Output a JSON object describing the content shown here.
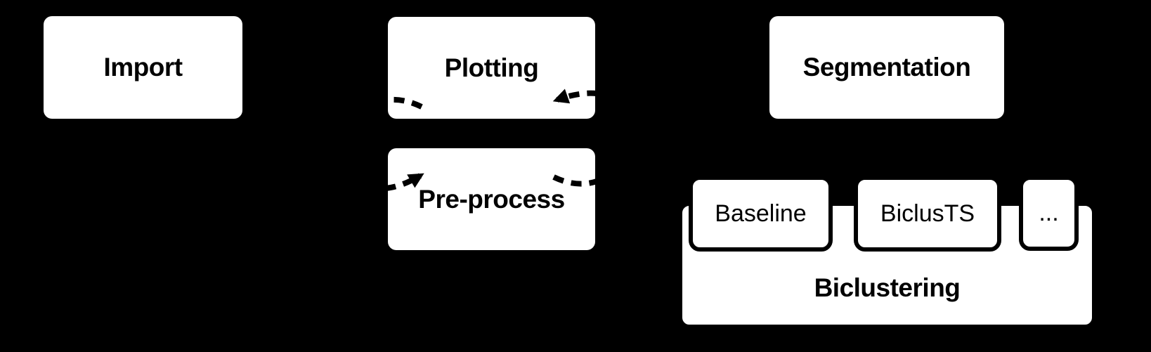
{
  "canvas": {
    "background_color": "#000000",
    "node_fill_color": "#ffffff",
    "node_border_color": "#000000",
    "text_color": "#000000",
    "edge_color": "#000000",
    "edge_style": "dashed"
  },
  "modules": {
    "import": {
      "label": "Import"
    },
    "plotting": {
      "label": "Plotting"
    },
    "segmentation": {
      "label": "Segmentation"
    },
    "preprocess": {
      "label": "Pre-process"
    },
    "biclustering": {
      "label": "Biclustering",
      "methods": [
        {
          "label": "Baseline"
        },
        {
          "label": "BiclusTS"
        },
        {
          "label": "..."
        }
      ]
    }
  },
  "edges": [
    {
      "name": "plotting-to-preprocess",
      "from": "Plotting",
      "to": "Pre-process",
      "style": "dashed-curved-arrow"
    },
    {
      "name": "preprocess-to-plotting",
      "from": "Pre-process",
      "to": "Plotting",
      "style": "dashed-curved-arrow"
    }
  ]
}
